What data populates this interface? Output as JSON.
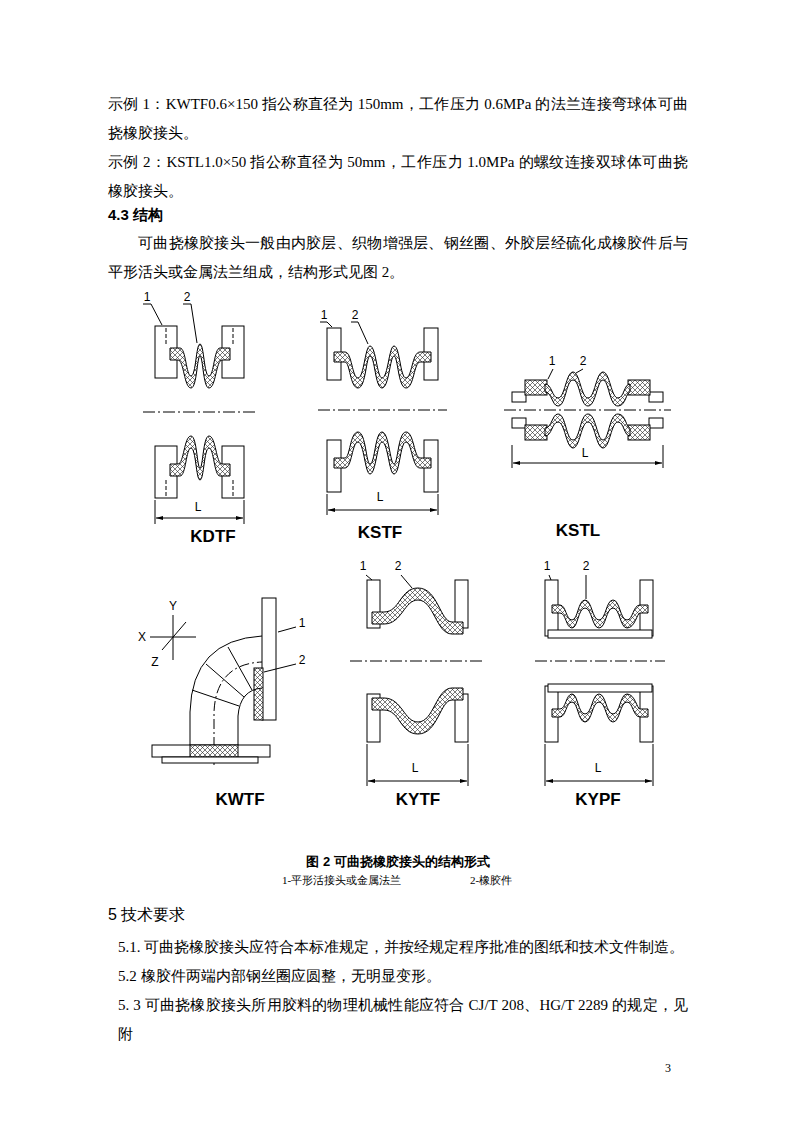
{
  "diagram": {
    "caption": "图 2 可曲挠橡胶接头的结构形式",
    "labels": [
      "示例 1：KWTF0.6×150 指公称直径为 150mm，工作压力 0.6MPa 的法兰连接弯球体可曲挠橡胶接头。",
      "示例 2：KSTL1.0×50 指公称直径为 50mm，工作压力 1.0MPa 的螺纹连接双球体可曲挠橡胶接头。",
      "4.3 结构",
      "可曲挠橡胶接头一般由内胶层、织物增强层、钢丝圈、外胶层经硫化成橡胶件后与平形活头或金属法兰组成，结构形式见图 2。",
      "1",
      "2",
      "L",
      "KDTF",
      "1",
      "2",
      "L",
      "KSTF",
      "1",
      "2",
      "L",
      "KSTL",
      "Y",
      "X",
      "Z",
      "1",
      "2",
      "KWTF",
      "1",
      "2",
      "L",
      "KYTF",
      "1",
      "2",
      "L",
      "KYPF",
      "1-平形活接头或金属法兰",
      "2-橡胶件",
      "5 技术要求",
      "5.1. 可曲挠橡胶接头应符合本标准规定，并按经规定程序批准的图纸和技术文件制造。",
      "5.2 橡胶件两端内部钢丝圈应圆整，无明显变形。",
      "5. 3 可曲挠橡胶接头所用胶料的物理机械性能应符合 CJ/T 208、HG/T 2289 的规定，见附",
      "3"
    ]
  }
}
